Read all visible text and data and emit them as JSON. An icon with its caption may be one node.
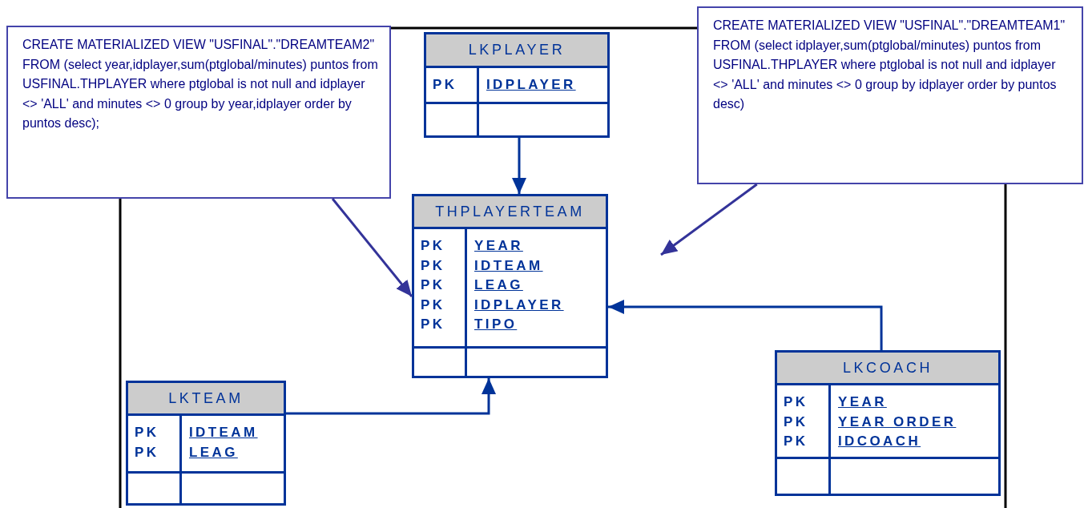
{
  "diagram": {
    "nodes": [
      {
        "text": [
          "CREATE MATERIALIZED VIEW \"USFINAL\".\"DREAMTEAM2\" FROM (select year,idplayer,sum(ptglobal/minutes) puntos from USFINAL.THPLAYER where ptglobal is not null and idplayer <> 'ALL' and minutes <> 0 group by year,idplayer order by puntos desc);"
        ]
      },
      {
        "text": [
          "LKPLAYER",
          "PK",
          "IDPLAYER"
        ]
      },
      {
        "text": [
          "CREATE MATERIALIZED VIEW \"USFINAL\".\"DREAMTEAM1\" FROM (select idplayer,sum(ptglobal/minutes) puntos from USFINAL.THPLAYER where ptglobal is not null and idplayer <> 'ALL' and minutes <> 0 group by idplayer order by puntos desc)"
        ]
      },
      {
        "text": [
          "THPLAYERTEAM",
          "PK",
          "YEAR",
          "PK",
          "IDTEAM",
          "PK",
          "LEAG",
          "PK",
          "IDPLAYER",
          "PK",
          "TIPO"
        ]
      },
      {
        "text": [
          "LKTEAM",
          "PK",
          "IDTEAM",
          "PK",
          "LEAG"
        ]
      },
      {
        "text": [
          "LKCOACH",
          "PK",
          "YEAR",
          "PK",
          "YEAR ORDER",
          "PK",
          "IDCOACH"
        ]
      }
    ],
    "edges": [
      {
        "from": 0,
        "to": 3,
        "arrow": "to",
        "color": "#333399"
      },
      {
        "from": 1,
        "to": 3,
        "arrow": "to"
      },
      {
        "from": 2,
        "to": null,
        "arrow": "to",
        "color": "#333399"
      },
      {
        "from": 4,
        "to": 3,
        "arrow": "to"
      },
      {
        "from": 5,
        "to": 3,
        "arrow": "to"
      }
    ]
  }
}
